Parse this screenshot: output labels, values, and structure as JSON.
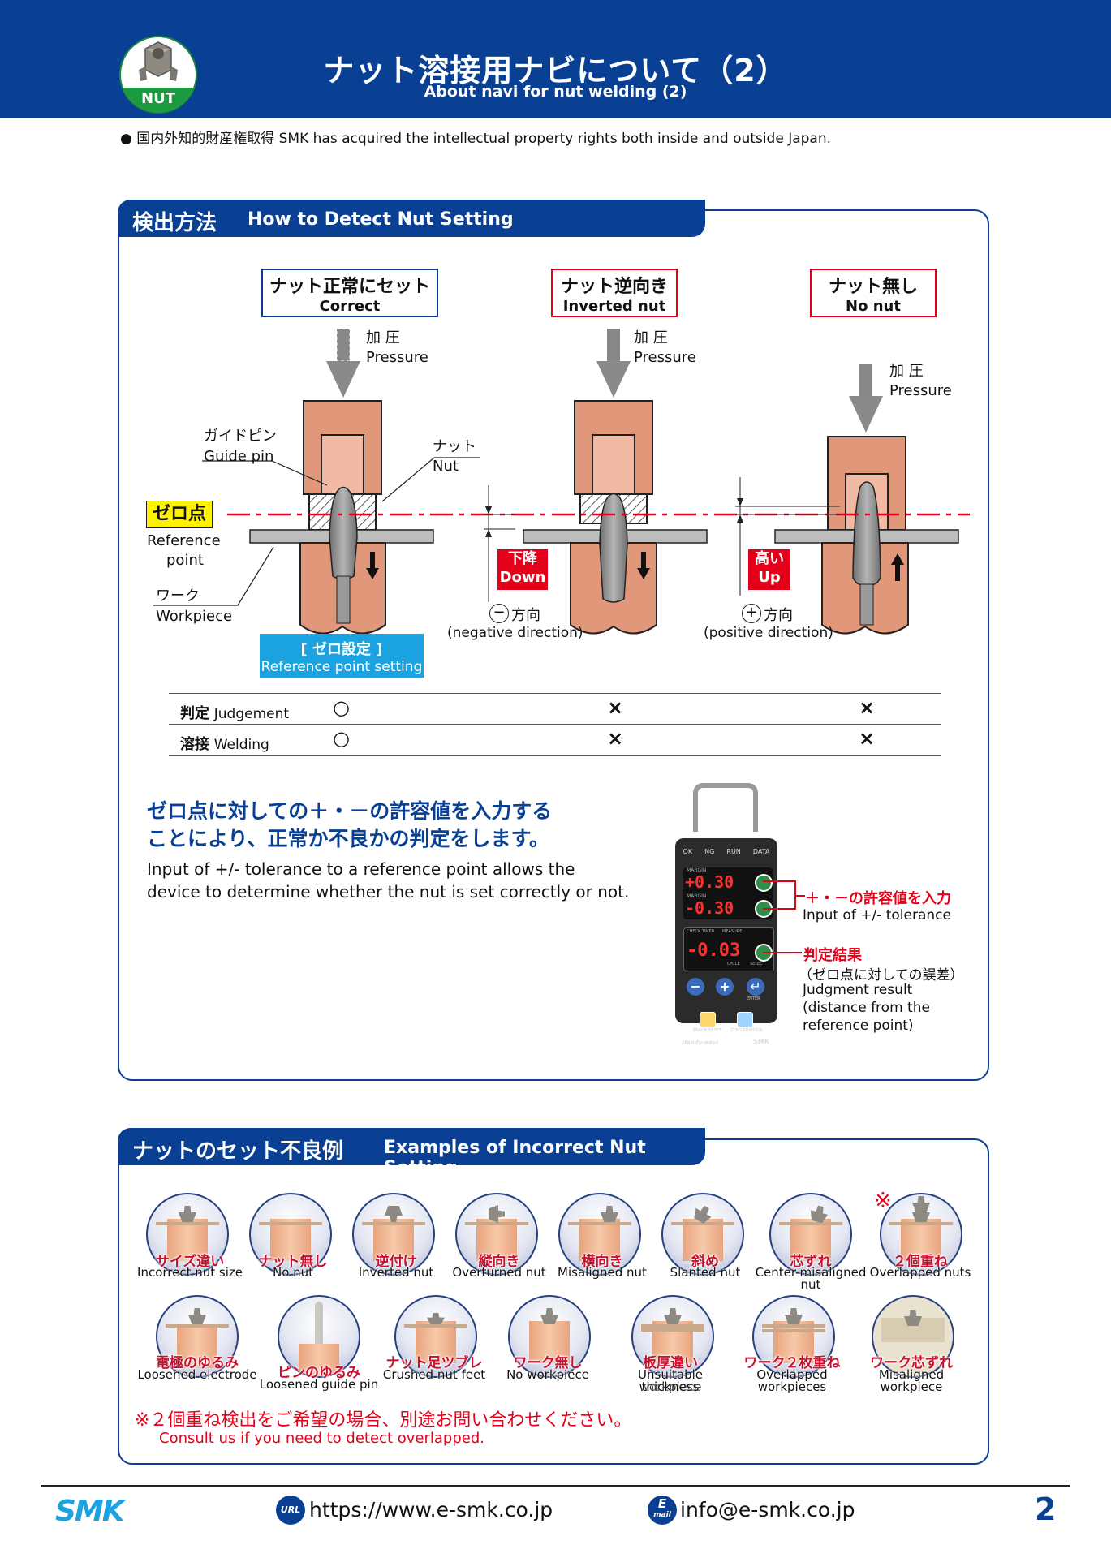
{
  "header": {
    "title": "ナット溶接用ナビについて（2）",
    "subtitle": "About navi for nut welding (2)",
    "badge": "NUT"
  },
  "ip_note": "● 国内外知的財産権取得 SMK has acquired the intellectual property rights both inside and outside Japan.",
  "detect": {
    "tab_jp": "検出方法",
    "tab_en": "How to Detect Nut Setting",
    "cases": [
      {
        "jp": "ナット正常にセット",
        "en": "Correct"
      },
      {
        "jp": "ナット逆向き",
        "en": "Inverted nut"
      },
      {
        "jp": "ナット無し",
        "en": "No nut"
      }
    ],
    "pressure_jp": "加 圧",
    "pressure_en": "Pressure",
    "guide_jp": "ガイドピン",
    "guide_en": "Guide pin",
    "nut_jp": "ナット",
    "nut_en": "Nut",
    "zero_jp": "ゼロ点",
    "zero_en1": "Reference",
    "zero_en2": "point",
    "work_jp": "ワーク",
    "work_en": "Workpiece",
    "zero_set_jp": "[ ゼロ設定 ]",
    "zero_set_en": "Reference point setting",
    "down_jp": "下降",
    "down_en": "Down",
    "up_jp": "高い",
    "up_en": "Up",
    "neg_jp": "方向",
    "neg_en": "(negative direction)",
    "pos_jp": "方向",
    "pos_en": "(positive direction)",
    "minus_symbol": "−",
    "plus_symbol": "+",
    "table": [
      {
        "label_jp": "判定",
        "label_en": "Judgement",
        "vals": [
          "○",
          "×",
          "×"
        ]
      },
      {
        "label_jp": "溶接",
        "label_en": "Welding",
        "vals": [
          "○",
          "×",
          "×"
        ]
      }
    ],
    "desc_jp1": "ゼロ点に対しての＋・－の許容値を入力する",
    "desc_jp2": "ことにより、正常か不良かの判定をします。",
    "desc_en1": "Input of +/- tolerance to a reference point allows the",
    "desc_en2": "device to determine whether the nut is set correctly or not.",
    "device": {
      "indicators": [
        "OK",
        "NG",
        "RUN",
        "DATA"
      ],
      "margin_plus": "+0.30",
      "margin_minus": "-0.30",
      "result": "-0.03",
      "margin_label": "MARGIN",
      "check_timer": "CHECK TIMER",
      "measure": "MEASURE",
      "cycle": "CYCLE",
      "select": "SELECT",
      "enter": "ENTER",
      "error_reset": "ERROR RESET",
      "zero_position": "ZERO POSITION",
      "brand": "Handy-navi",
      "logo": "SMK"
    },
    "tol_jp": "＋・－の許容値を入力",
    "tol_en": "Input of +/- tolerance",
    "res_jp": "判定結果",
    "res_jp2": "（ゼロ点に対しての誤差）",
    "res_en1": "Judgment result",
    "res_en2": "(distance from the",
    "res_en3": "reference point)"
  },
  "examples": {
    "tab_jp": "ナットのセット不良例",
    "tab_en": "Examples of Incorrect Nut Setting",
    "mark": "※",
    "row1": [
      {
        "jp": "サイズ違い",
        "en": [
          "Incorrect nut size"
        ]
      },
      {
        "jp": "ナット無し",
        "en": [
          "No nut"
        ]
      },
      {
        "jp": "逆付け",
        "en": [
          "Inverted nut"
        ]
      },
      {
        "jp": "縦向き",
        "en": [
          "Overturned nut"
        ]
      },
      {
        "jp": "横向き",
        "en": [
          "Misaligned nut"
        ]
      },
      {
        "jp": "斜め",
        "en": [
          "Slanted nut"
        ]
      },
      {
        "jp": "芯ずれ",
        "en": [
          "Center-misaligned",
          "nut"
        ]
      },
      {
        "jp": "２個重ね",
        "en": [
          "Overlapped nuts"
        ]
      }
    ],
    "row2": [
      {
        "jp": "電極のゆるみ",
        "en": [
          "Loosened electrode"
        ]
      },
      {
        "jp": "ピンのゆるみ",
        "en": [
          "Loosened guide pin"
        ]
      },
      {
        "jp": "ナット足ツブレ",
        "en": [
          "Crushed nut feet"
        ]
      },
      {
        "jp": "ワーク無し",
        "en": [
          "No workpiece"
        ]
      },
      {
        "jp": "板厚違い",
        "en": [
          "Unsuitable workpiece",
          "thickness"
        ]
      },
      {
        "jp": "ワーク２枚重ね",
        "en": [
          "Overlapped",
          "workpieces"
        ]
      },
      {
        "jp": "ワーク芯ずれ",
        "en": [
          "Misaligned",
          "workpiece"
        ]
      }
    ],
    "note_jp": "※２個重ね検出をご希望の場合、別途お問い合わせください。",
    "note_en": "Consult us if you need to detect overlapped."
  },
  "footer": {
    "logo": "SMK",
    "url_icon": "URL",
    "url": "https://www.e-smk.co.jp",
    "mail_icon_top": "E",
    "mail_icon_bottom": "mail",
    "email": "info@e-smk.co.jp",
    "page": "2"
  },
  "colors": {
    "navy": "#0a4094",
    "red": "#e5001a",
    "copper": "#e0977a",
    "cyan": "#1aa3e0",
    "yellow": "#fff200"
  }
}
